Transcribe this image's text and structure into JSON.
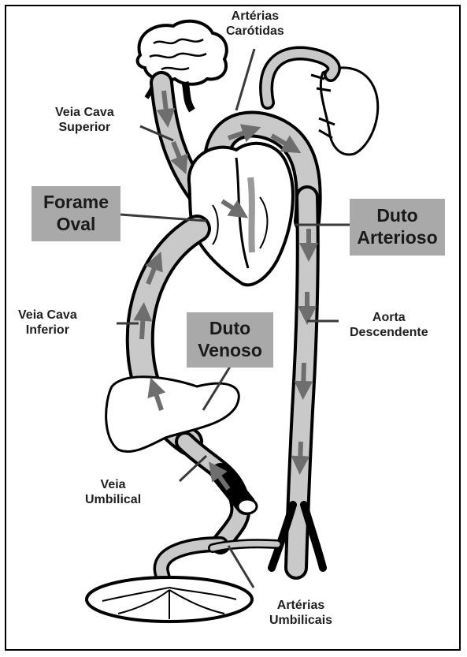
{
  "labels": {
    "carotid_line1": "Artérias",
    "carotid_line2": "Carótidas",
    "svc_line1": "Veia Cava",
    "svc_line2": "Superior",
    "ivc_line1": "Veia Cava",
    "ivc_line2": "Inferior",
    "aorta_line1": "Aorta",
    "aorta_line2": "Descendente",
    "umbilical_vein_line1": "Veia",
    "umbilical_vein_line2": "Umbilical",
    "umbilical_arteries_line1": "Artérias",
    "umbilical_arteries_line2": "Umbilicais"
  },
  "highlight_boxes": {
    "foramen_line1": "Forame",
    "foramen_line2": "Oval",
    "ductus_arteriosus_line1": "Duto",
    "ductus_arteriosus_line2": "Arterioso",
    "ductus_venosus_line1": "Duto",
    "ductus_venosus_line2": "Venoso"
  },
  "colors": {
    "box_fill": "#a9a9a9",
    "vessel_fill": "#c9c9c9",
    "outline": "#000000",
    "arrow": "#6e6e6e"
  }
}
